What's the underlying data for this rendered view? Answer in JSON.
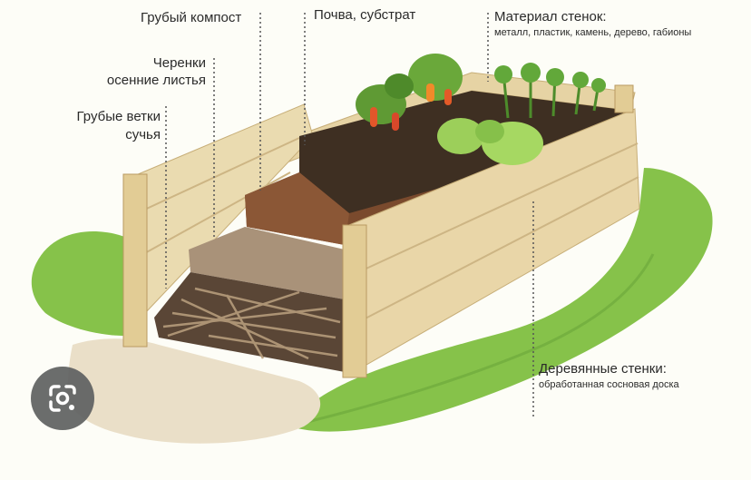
{
  "labels": {
    "coarse_compost": "Грубый компост",
    "soil": "Почва, субстрат",
    "wall_material_title": "Материал  стенок:",
    "wall_material_list": "металл, пластик, камень, дерево, габионы",
    "cuttings_1": "Черенки",
    "cuttings_2": "осенние листья",
    "branches_1": "Грубые ветки",
    "branches_2": "сучья",
    "wooden_walls_title": "Деревянные стенки:",
    "wooden_walls_sub": "обработанная сосновая доска"
  },
  "icons": {
    "lens": "google-lens-icon"
  },
  "colors": {
    "grass": "#86c24a",
    "wood": "#e6d3a4",
    "soil_dark": "#3e2f22",
    "compost": "#7a4a2d",
    "leaves_layer": "#a99279",
    "text": "#2a2a2a"
  }
}
